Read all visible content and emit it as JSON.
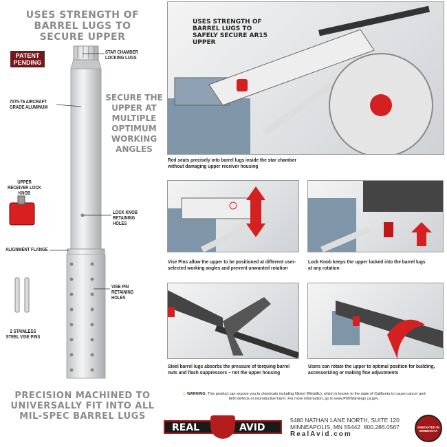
{
  "left": {
    "headline_top": "USES STRENGTH OF BARREL LUGS TO SECURE UPPER",
    "patent": [
      "PATENT",
      "PENDING"
    ],
    "labels": {
      "star_chamber": "STAR CHAMBER LOCKING LUGS",
      "aluminum": "7075-T6 AIRCRAFT GRADE ALUMINUM",
      "lock_knob": "UPPER RECEIVER LOCK KNOB",
      "retaining_holes": "LOCK KNOB RETAINING HOLES",
      "alignment": "ALIGNMENT FLANGE",
      "vise_pin_holes": "VISE PIN RETAINING HOLES",
      "vise_pins": "2 STAINLESS STEEL VISE PINS"
    },
    "headline_mid": "SECURE THE UPPER AT MULTIPLE OPTIMUM WORKING ANGLES",
    "headline_bottom": "PRECISION MACHINED TO UNIVERSALLY FIT INTO ALL MIL-SPEC BARREL LUGS"
  },
  "panels": {
    "top_title": "USES STRENGTH OF BARREL LUGS TO SAFELY SECURE AR15 UPPER",
    "top_caption": "Red seats precisely into barrel lugs inside the star chamber without damaging upper receiver housing",
    "vise_caption": "Vise Pins allow the upper to be positioned at different user-selected working angles and prevent unwanted rotation",
    "knob_caption": "Lock Knob keeps the upper locked into the barrel lugs at any rotation",
    "lugs_caption": "Steel barrel lugs absorbs the pressure of torquing barrel nuts and flash suppressors – not the upper housing",
    "rotate_caption": "Users can rotate the upper to optimal position for building, accessorizing or making fine adjustments"
  },
  "warning": {
    "label": "WARNING:",
    "text": "This product can expose you to chemicals including Nickel (Metallic), which is known to the state of California to cause cancer and birth defects or reproductive harm. For more information, go to www.P65Warnings.ca.gov."
  },
  "footer": {
    "brand_left": "REAL",
    "brand_right": "AVID",
    "address1": "5480 NATHAN LANE NORTH, SUITE 120",
    "address2": "MINNEAPOLIS, MN 55442",
    "phone": "800.286.0567",
    "website": "RealAvid.com",
    "badge": "INNOVATED IN MINNESOTA"
  },
  "colors": {
    "accent": "#d42020",
    "steel": "#7f95a8",
    "headline": "#8a8a8a"
  }
}
